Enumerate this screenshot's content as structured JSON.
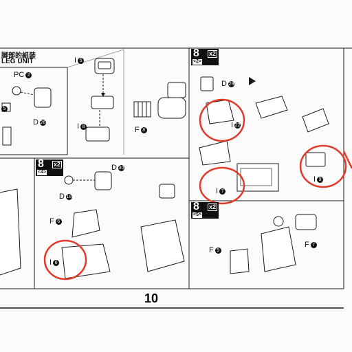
{
  "header": {
    "title_jp": "脚部的組装",
    "title_en": "LEG UNIT"
  },
  "page_number": "10",
  "steps": [
    {
      "num": "8",
      "mult": "x2",
      "sub": "<2>"
    },
    {
      "num": "8",
      "mult": "x2",
      "sub": "<4>"
    },
    {
      "num": "8",
      "mult": "x2",
      "sub": "<5>"
    }
  ],
  "labels": {
    "pc": "PC",
    "pc_n": "2",
    "i5": "I",
    "i5_n": "5",
    "i8": "I",
    "i8_n": "8",
    "d26": "D",
    "d26_n": "26",
    "f8": "F",
    "f8_n": "8",
    "d29": "D",
    "d29_n": "29",
    "i22": "I",
    "i22_n": "22",
    "i7": "I",
    "i7_n": "7",
    "i9": "I",
    "i9_n": "9",
    "d30": "D",
    "d30_n": "30",
    "d18": "D",
    "d18_n": "18",
    "f6": "F",
    "f6_n": "6",
    "i6": "I",
    "i6_n": "6",
    "f9": "F",
    "f9_n": "9",
    "f7": "F",
    "f7_n": "7",
    "left_cut_n": "5"
  },
  "colors": {
    "line": "#1a1a1a",
    "panel_bg": "#ffffff",
    "annotation_red": "#e23a2a"
  }
}
